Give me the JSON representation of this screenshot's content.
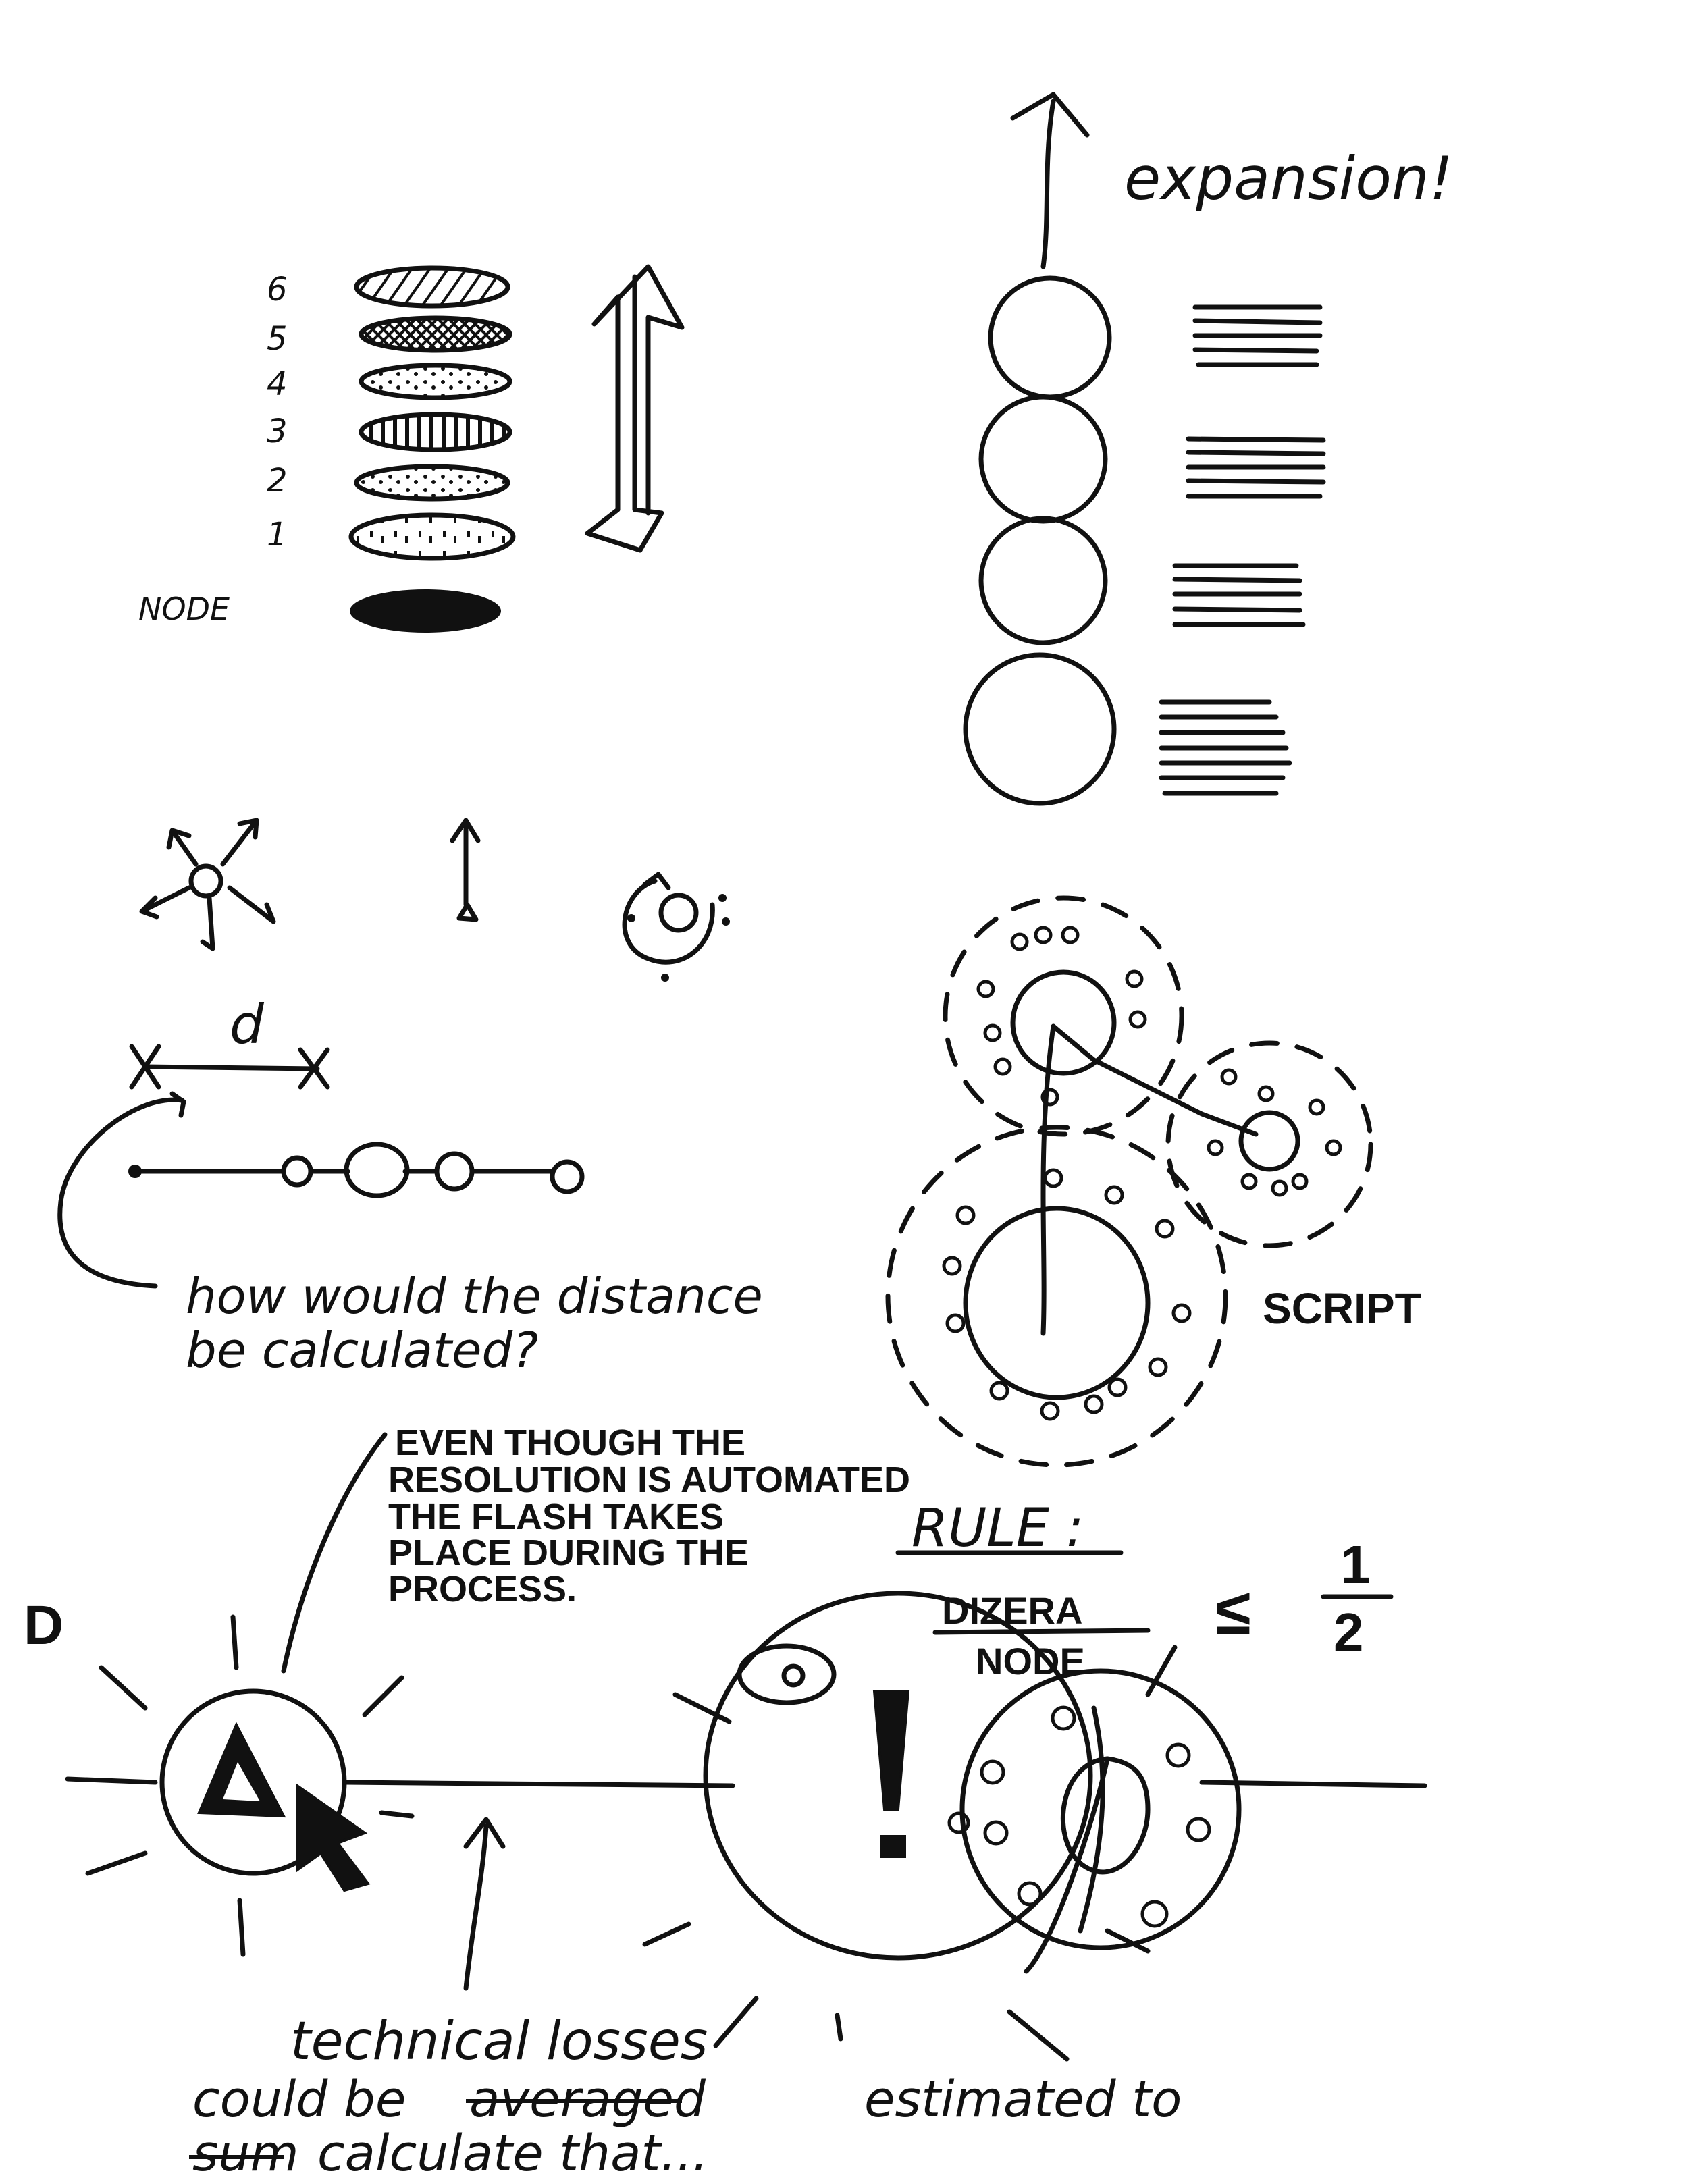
{
  "layers": {
    "labels": [
      "6",
      "5",
      "4",
      "3",
      "2",
      "1",
      "NODE"
    ]
  },
  "expansion": {
    "label": "expansion!"
  },
  "distance": {
    "symbol": "d",
    "question_line1": "how would the distance",
    "question_line2": "be calculated?"
  },
  "script_label": "SCRIPT",
  "note": {
    "line1": "EVEN THOUGH THE",
    "line2": "RESOLUTION IS AUTOMATED",
    "line3": "THE FLASH TAKES",
    "line4": "PLACE DURING THE",
    "line5": "PROCESS."
  },
  "rule": {
    "title": "RULE :",
    "numerator": "DIZERA",
    "denominator": "NODE",
    "operator": "≤",
    "fraction_top": "1",
    "fraction_bottom": "2"
  },
  "d_marker": "D",
  "losses": {
    "line1": "technical losses",
    "line2_a": "could be",
    "line2_struck": "averaged",
    "line2_b": "estimated to",
    "line3_struck": "sum",
    "line3": "calculate that..."
  }
}
